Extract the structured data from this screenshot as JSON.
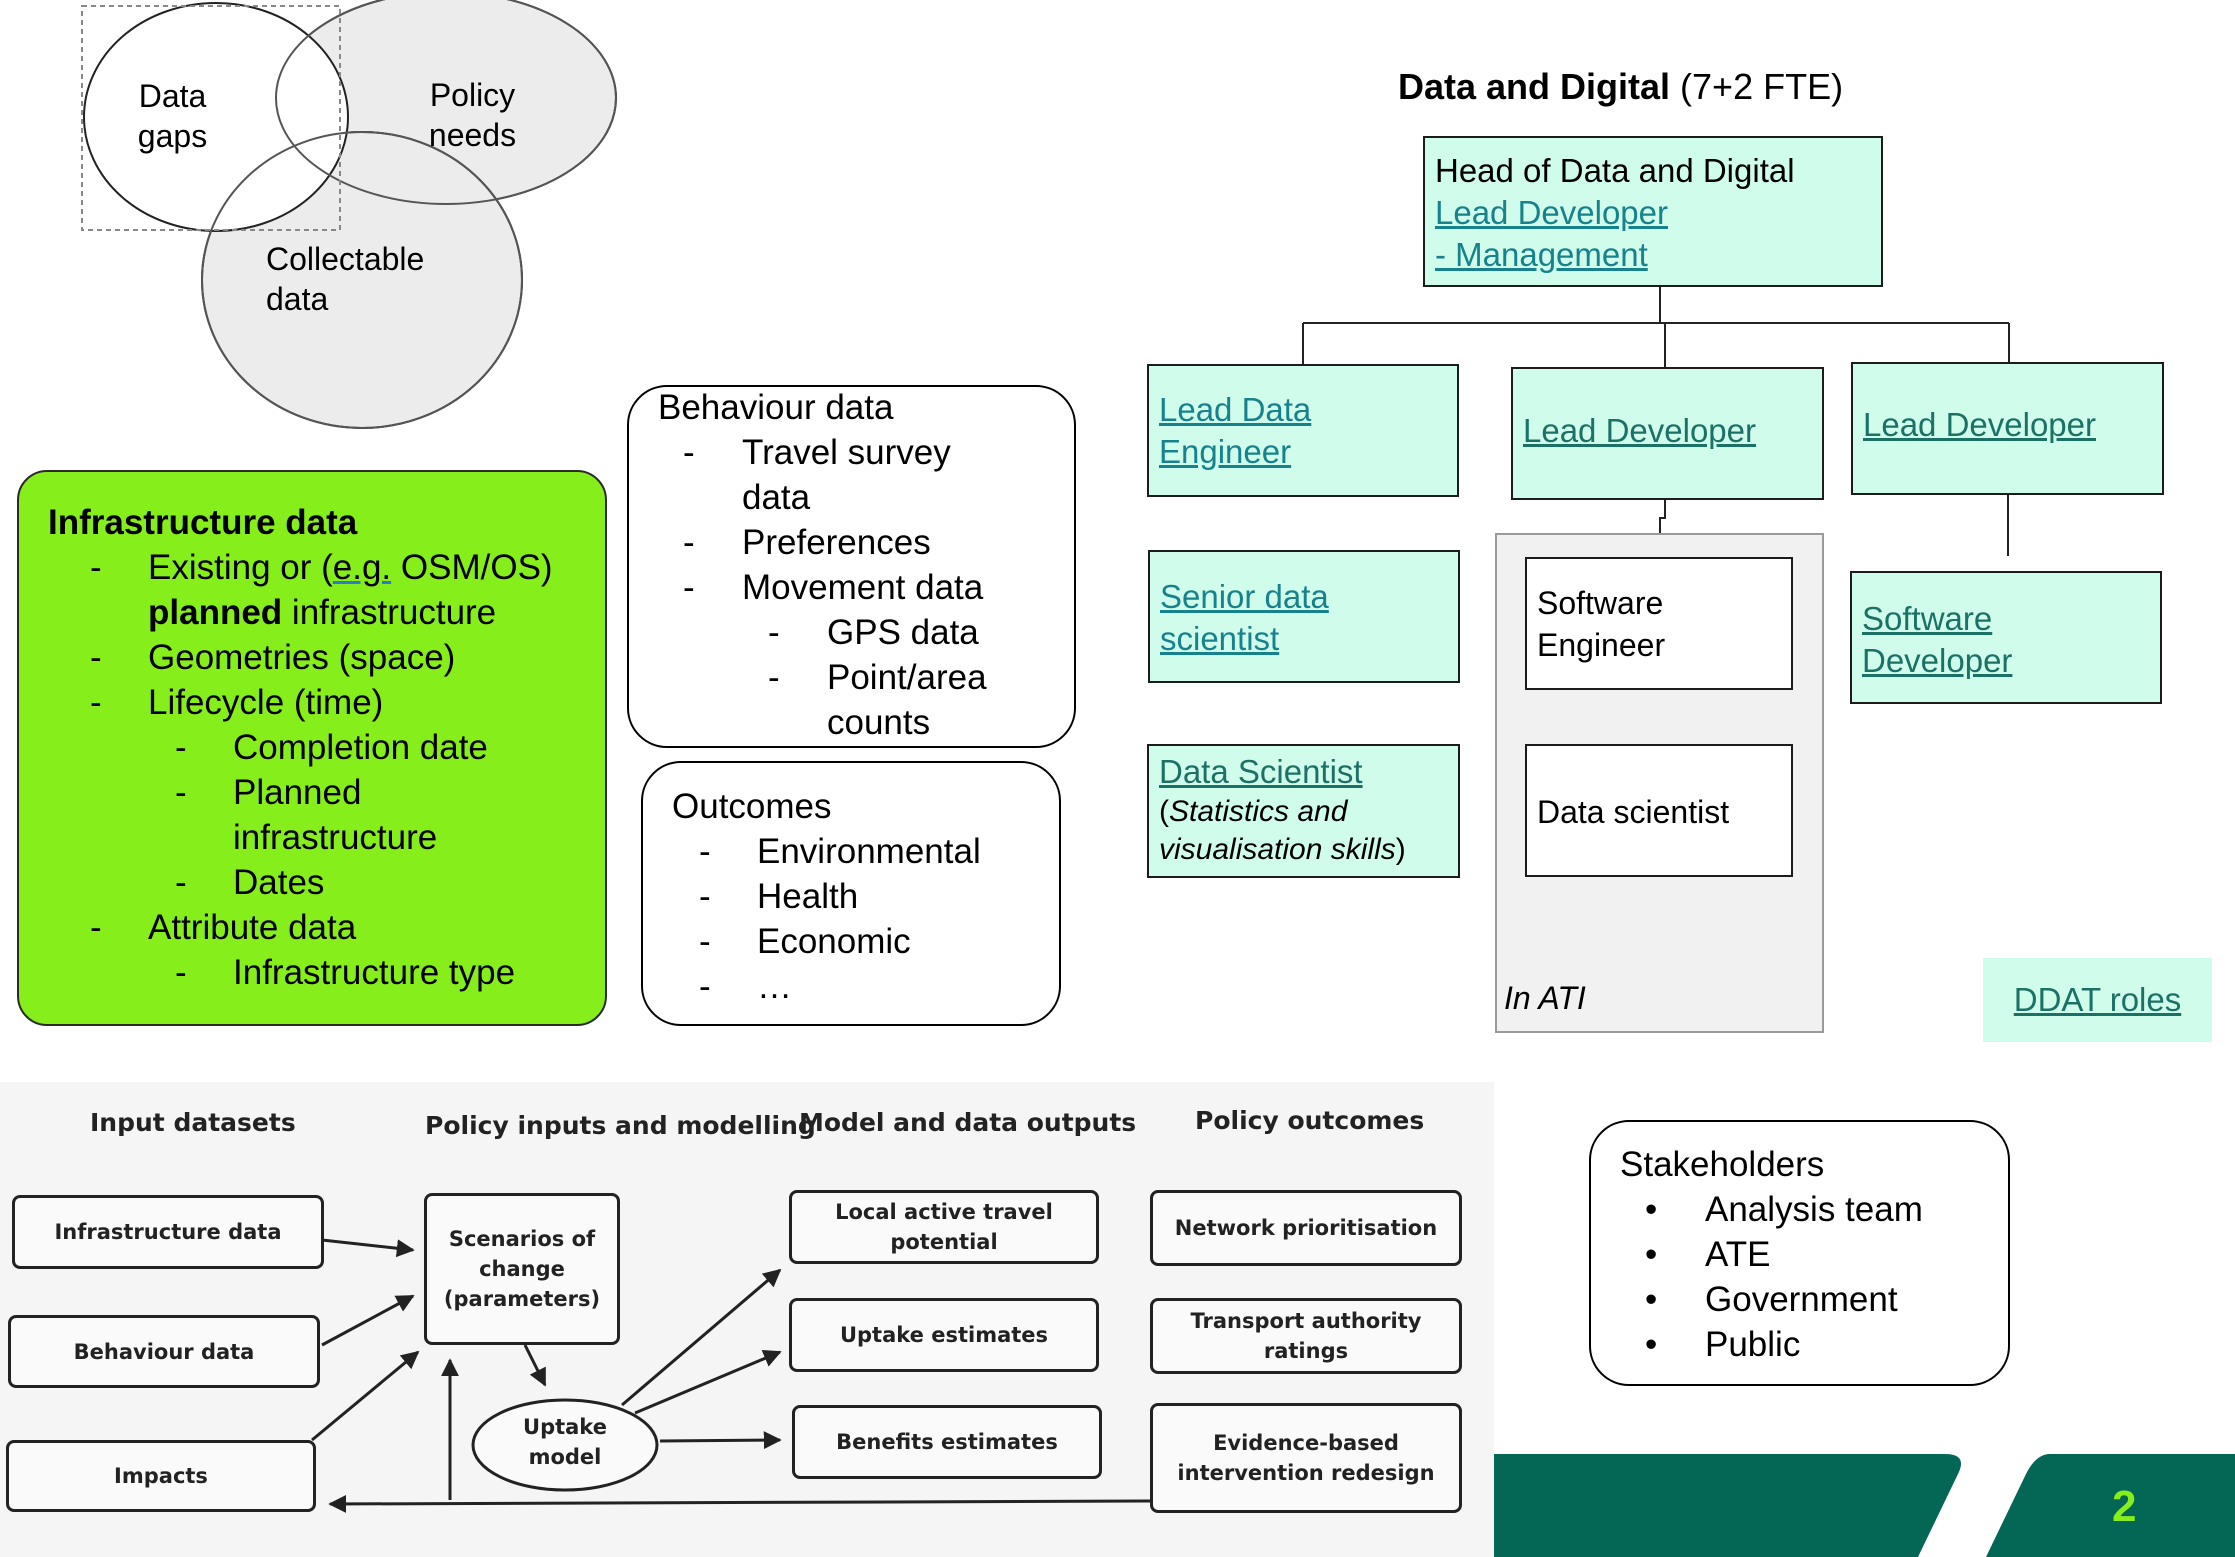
{
  "venn": {
    "data_gaps": [
      "Data",
      "gaps"
    ],
    "policy_needs": [
      "Policy",
      "needs"
    ],
    "collectable_data": [
      "Collectable",
      "data"
    ]
  },
  "infrastructure": {
    "title": "Infrastructure data",
    "items": [
      {
        "level": 1,
        "marker": "-",
        "text": "Existing or (",
        "link": "e.g.",
        "after": " OSM/OS)"
      },
      {
        "level": 1,
        "marker": "",
        "bold": "planned",
        "text": " infrastructure"
      },
      {
        "level": 1,
        "marker": "-",
        "text": "Geometries (space)"
      },
      {
        "level": 1,
        "marker": "-",
        "text": "Lifecycle (time)"
      },
      {
        "level": 2,
        "marker": "-",
        "text": "Completion date"
      },
      {
        "level": 2,
        "marker": "-",
        "text": "Planned"
      },
      {
        "level": 2,
        "marker": "",
        "text": "infrastructure"
      },
      {
        "level": 2,
        "marker": "-",
        "text": "Dates"
      },
      {
        "level": 1,
        "marker": "-",
        "text": "Attribute data"
      },
      {
        "level": 2,
        "marker": "-",
        "text": "Infrastructure type"
      }
    ]
  },
  "behaviour": {
    "title": "Behaviour data",
    "items": [
      {
        "level": 1,
        "marker": "-",
        "text": "Travel survey"
      },
      {
        "level": 1,
        "marker": "",
        "text": "data"
      },
      {
        "level": 1,
        "marker": "-",
        "text": "Preferences"
      },
      {
        "level": 1,
        "marker": "-",
        "text": "Movement data"
      },
      {
        "level": 2,
        "marker": "-",
        "text": "GPS data"
      },
      {
        "level": 2,
        "marker": "-",
        "text": "Point/area"
      },
      {
        "level": 2,
        "marker": "",
        "text": "counts"
      }
    ]
  },
  "outcomes": {
    "title": "Outcomes",
    "items": [
      "Environmental",
      "Health",
      "Economic",
      "…"
    ]
  },
  "stakeholders": {
    "title": "Stakeholders",
    "items": [
      "Analysis team",
      "ATE",
      "Government",
      "Public"
    ]
  },
  "org": {
    "title_bold": "Data and Digital",
    "title_rest": " (7+2 FTE)",
    "head": {
      "title": "Head of Data and Digital",
      "link1": "Lead Developer",
      "link2": "-  Management"
    },
    "lead_data_engineer": [
      "Lead Data",
      "Engineer"
    ],
    "lead_developer_mid": "Lead Developer",
    "lead_developer_right": "Lead Developer",
    "senior_data_scientist": [
      "Senior data",
      "scientist"
    ],
    "data_scientist": {
      "title": "Data Scientist",
      "detail1": "Statistics and",
      "detail2": "visualisation skills"
    },
    "software_engineer": [
      "Software",
      "Engineer"
    ],
    "data_scientist_ati": "Data scientist",
    "software_developer": [
      "Software",
      "Developer"
    ],
    "ati_label": "In ATI",
    "ddat_roles": "DDAT roles"
  },
  "flow": {
    "headers": [
      "Input datasets",
      "Policy inputs and modelling",
      "Model and data outputs",
      "Policy outcomes"
    ],
    "inputs": [
      "Infrastructure data",
      "Behaviour data",
      "Impacts"
    ],
    "scenarios": [
      "Scenarios of",
      "change",
      "(parameters)"
    ],
    "uptake_model": [
      "Uptake",
      "model"
    ],
    "outputs": [
      [
        "Local active travel",
        "potential"
      ],
      [
        "Uptake estimates"
      ],
      [
        "Benefits estimates"
      ]
    ],
    "policy_outcomes": [
      [
        "Network prioritisation"
      ],
      [
        "Transport authority",
        "ratings"
      ],
      [
        "Evidence-based",
        "intervention redesign"
      ]
    ]
  },
  "footer": {
    "page_number": "2"
  },
  "colors": {
    "green": "#86ee1a",
    "mint": "#d0fcec",
    "dark_green": "#046655",
    "link": "#17828c"
  }
}
